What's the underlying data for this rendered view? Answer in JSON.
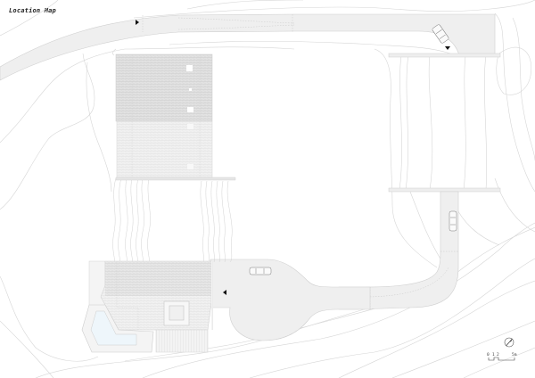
{
  "title": "Location Map",
  "colors": {
    "background": "#ffffff",
    "road_fill": "#efefef",
    "road_stroke": "#cfcfcf",
    "contour": "#d4d4d4",
    "roof_dark": "#dcdcdc",
    "roof_light": "#eeeeee",
    "pool_water": "#eef6fb",
    "arrow": "#111111"
  },
  "scale_bar": {
    "labels": [
      "0",
      "1",
      "2",
      "5m"
    ]
  },
  "north_arrow": {
    "icon": "north-arrow-icon"
  },
  "elements": {
    "arrows": [
      {
        "id": "entry-arrow-top",
        "direction": "right"
      },
      {
        "id": "arrow-driveway-bend",
        "direction": "down"
      },
      {
        "id": "arrow-parking",
        "direction": "left"
      }
    ],
    "cars": [
      {
        "id": "car-top-right"
      },
      {
        "id": "car-vertical-drive"
      },
      {
        "id": "car-parking"
      }
    ]
  }
}
